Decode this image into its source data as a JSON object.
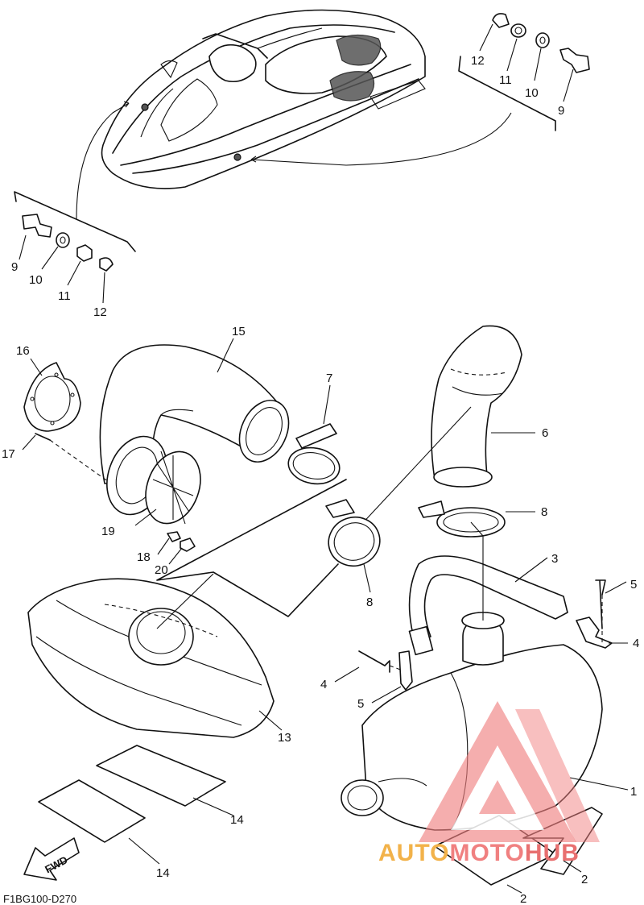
{
  "diagram": {
    "part_labels": [
      {
        "id": "c12a",
        "text": "12"
      },
      {
        "id": "c11a",
        "text": "11"
      },
      {
        "id": "c10a",
        "text": "10"
      },
      {
        "id": "c9a",
        "text": "9"
      },
      {
        "id": "c9b",
        "text": "9"
      },
      {
        "id": "c10b",
        "text": "10"
      },
      {
        "id": "c11b",
        "text": "11"
      },
      {
        "id": "c12b",
        "text": "12"
      },
      {
        "id": "c16",
        "text": "16"
      },
      {
        "id": "c15",
        "text": "15"
      },
      {
        "id": "c7",
        "text": "7"
      },
      {
        "id": "c17",
        "text": "17"
      },
      {
        "id": "c6",
        "text": "6"
      },
      {
        "id": "c8a",
        "text": "8"
      },
      {
        "id": "c19",
        "text": "19"
      },
      {
        "id": "c18",
        "text": "18"
      },
      {
        "id": "c20",
        "text": "20"
      },
      {
        "id": "c8b",
        "text": "8"
      },
      {
        "id": "c3",
        "text": "3"
      },
      {
        "id": "c5a",
        "text": "5"
      },
      {
        "id": "c4a",
        "text": "4"
      },
      {
        "id": "c5b",
        "text": "5"
      },
      {
        "id": "c4b",
        "text": "4"
      },
      {
        "id": "c13",
        "text": "13"
      },
      {
        "id": "c1",
        "text": "1"
      },
      {
        "id": "c14a",
        "text": "14"
      },
      {
        "id": "c14b",
        "text": "14"
      },
      {
        "id": "c2a",
        "text": "2"
      },
      {
        "id": "c2b",
        "text": "2"
      }
    ],
    "direction_label": "FWD",
    "figure_code": "F1BG100-D270"
  },
  "watermark": {
    "text_part1": "AUTO",
    "text_part2": "MOTO",
    "text_part3": "HUB",
    "color_orange": "#f2b24a",
    "color_red": "#f08080"
  }
}
